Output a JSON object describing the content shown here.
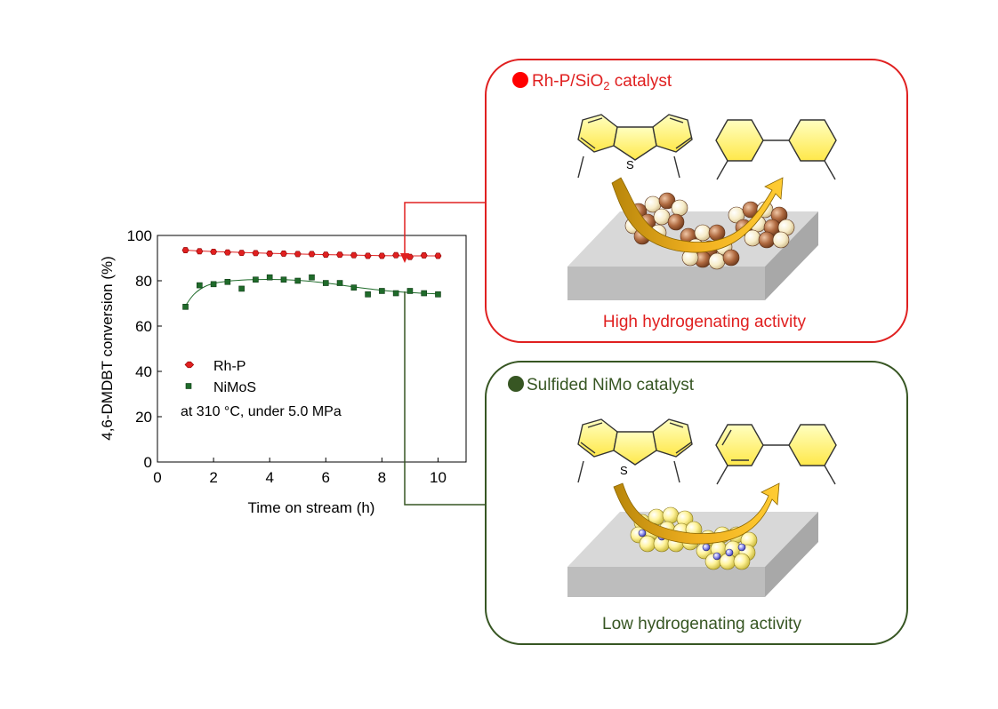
{
  "chart_data": {
    "type": "scatter",
    "xlabel": "Time on stream (h)",
    "ylabel": "4,6-DMDBT conversion (%)",
    "xlim": [
      0,
      11
    ],
    "ylim": [
      0,
      100
    ],
    "xticks": [
      0,
      2,
      4,
      6,
      8,
      10
    ],
    "yticks": [
      0,
      20,
      40,
      60,
      80,
      100
    ],
    "grid": false,
    "legend_position": "lower-left",
    "annotation": "at 310 °C, under 5.0 MPa",
    "series": [
      {
        "name": "Rh-P",
        "color": "#e02020",
        "marker": "hexagon",
        "x": [
          1,
          1.5,
          2,
          2.5,
          3,
          3.5,
          4,
          4.5,
          5,
          5.5,
          6,
          6.5,
          7,
          7.5,
          8,
          8.5,
          9,
          9.5,
          10
        ],
        "y": [
          93.5,
          93,
          92.8,
          92.5,
          92.3,
          92.2,
          92,
          92,
          91.8,
          91.8,
          91.5,
          91.5,
          91.3,
          91,
          91,
          91.3,
          90.5,
          91.2,
          91
        ],
        "fit": [
          [
            1,
            93.5
          ],
          [
            2,
            92.9
          ],
          [
            3,
            92.5
          ],
          [
            4,
            92.1
          ],
          [
            5,
            91.8
          ],
          [
            6,
            91.5
          ],
          [
            7,
            91.3
          ],
          [
            8,
            91.1
          ],
          [
            9,
            91.0
          ],
          [
            10,
            91.0
          ]
        ]
      },
      {
        "name": "NiMoS",
        "color": "#1f6b2a",
        "marker": "square",
        "x": [
          1,
          1.5,
          2,
          2.5,
          3,
          3.5,
          4,
          4.5,
          5,
          5.5,
          6,
          6.5,
          7,
          7.5,
          8,
          8.5,
          9,
          9.5,
          10
        ],
        "y": [
          68.5,
          78,
          78.5,
          79.5,
          76.5,
          80.5,
          81.5,
          80.5,
          80,
          81.5,
          79,
          79,
          77,
          74,
          75.5,
          74.5,
          75.5,
          74.5,
          74
        ],
        "fit": [
          [
            1,
            69
          ],
          [
            1.3,
            74
          ],
          [
            1.7,
            77.5
          ],
          [
            2.2,
            79.3
          ],
          [
            3,
            80.3
          ],
          [
            4,
            80.6
          ],
          [
            5,
            80.2
          ],
          [
            6,
            79
          ],
          [
            7,
            77.3
          ],
          [
            8,
            75.8
          ],
          [
            9,
            74.8
          ],
          [
            10,
            74.2
          ]
        ]
      }
    ]
  },
  "panels": {
    "rhp": {
      "title_main": "Rh-P/SiO",
      "title_sub": "2",
      "title_rest": " catalyst",
      "caption": "High hydrogenating activity",
      "color": "#e02020",
      "sulfur_label": "S"
    },
    "nimo": {
      "title": "Sulfided NiMo catalyst",
      "caption": "Low hydrogenating activity",
      "color": "#375623",
      "sulfur_label": "S"
    }
  }
}
